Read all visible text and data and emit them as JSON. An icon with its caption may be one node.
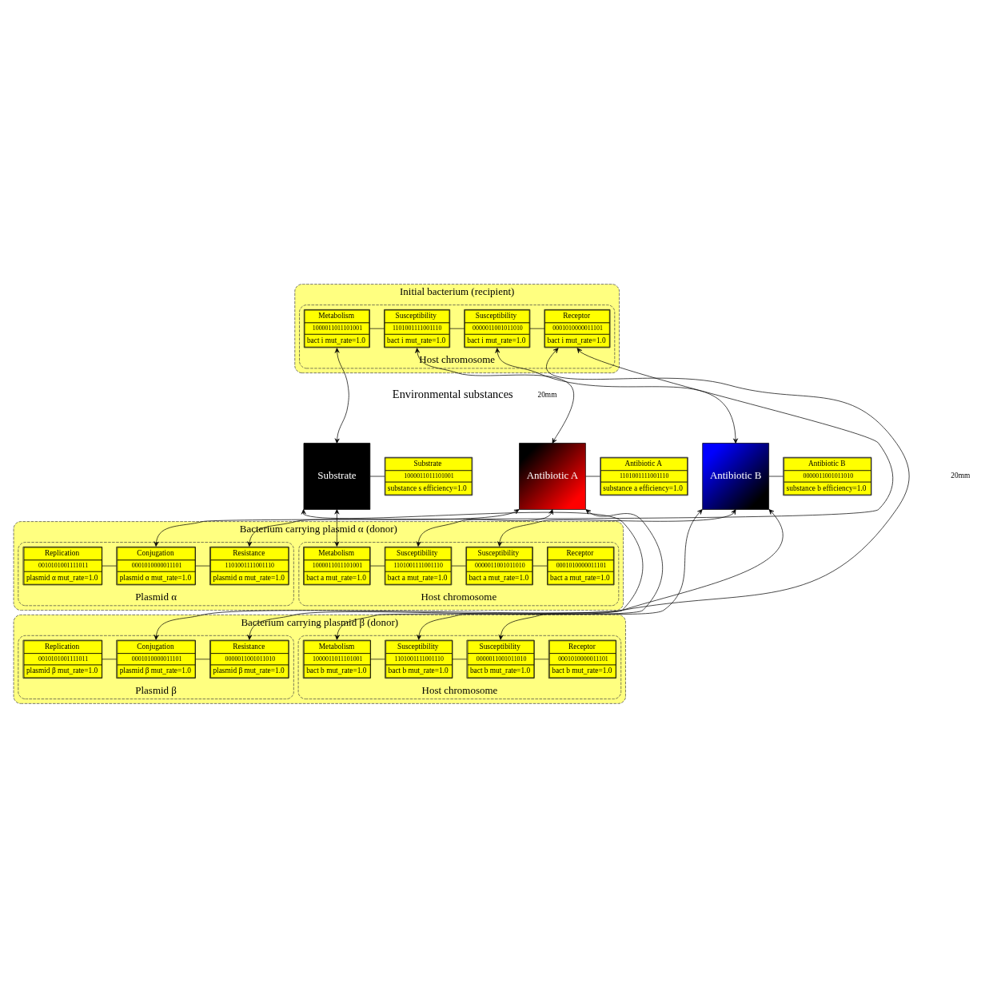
{
  "diagram": {
    "nodes": [
      {
        "text": [
          "Initial bacterium (recipient)"
        ]
      },
      {
        "text": [
          "Host chromosome"
        ],
        "in": 0
      },
      {
        "text": [
          "Metabolism",
          "1000011011101001",
          "bact i mut_rate=1.0"
        ],
        "in": 1
      },
      {
        "text": [
          "Susceptibility",
          "1101001111001110",
          "bact i mut_rate=1.0"
        ],
        "in": 1
      },
      {
        "text": [
          "Susceptibility",
          "0000011001011010",
          "bact i mut_rate=1.0"
        ],
        "in": 1
      },
      {
        "text": [
          "Receptor",
          "0001010000011101",
          "bact i mut_rate=1.0"
        ],
        "in": 1
      },
      {
        "text": [
          "Substrate"
        ]
      },
      {
        "text": [
          "Substrate",
          "1000011011101001",
          "substance s efficiency=1.0"
        ]
      },
      {
        "text": [
          "Antibiotic A"
        ]
      },
      {
        "text": [
          "Antibiotic A",
          "1101001111001110",
          "substance a efficiency=1.0"
        ]
      },
      {
        "text": [
          "Antibiotic B"
        ]
      },
      {
        "text": [
          "Antibiotic B",
          "0000011001011010",
          "substance b efficiency=1.0"
        ]
      },
      {
        "text": [
          "Bacterium carrying plasmid α (donor)"
        ]
      },
      {
        "text": [
          "Host chromosome"
        ],
        "in": 12
      },
      {
        "text": [
          "Metabolism",
          "1000011011101001",
          "bact a mut_rate=1.0"
        ],
        "in": 13
      },
      {
        "text": [
          "Susceptibility",
          "1101001111001110",
          "bact a mut_rate=1.0"
        ],
        "in": 13
      },
      {
        "text": [
          "Susceptibility",
          "0000011001011010",
          "bact a mut_rate=1.0"
        ],
        "in": 13
      },
      {
        "text": [
          "Receptor",
          "0001010000011101",
          "bact a mut_rate=1.0"
        ],
        "in": 13
      },
      {
        "text": [
          "Plasmid α"
        ],
        "in": 12
      },
      {
        "text": [
          "Replication",
          "0010101001111011",
          "plasmid α mut_rate=1.0"
        ],
        "in": 18
      },
      {
        "text": [
          "Conjugation",
          "0001010000011101",
          "plasmid α mut_rate=1.0"
        ],
        "in": 18
      },
      {
        "text": [
          "Resistance",
          "1101001111001110",
          "plasmid α mut_rate=1.0"
        ],
        "in": 18
      },
      {
        "text": [
          "Bacterium carrying plasmid β (donor)"
        ]
      },
      {
        "text": [
          "Host chromosome"
        ],
        "in": 22
      },
      {
        "text": [
          "Metabolism",
          "1000011011101001",
          "bact b mut_rate=1.0"
        ],
        "in": 23
      },
      {
        "text": [
          "Susceptibility",
          "1101001111001110",
          "bact b mut_rate=1.0"
        ],
        "in": 23
      },
      {
        "text": [
          "Susceptibility",
          "0000011001011010",
          "bact b mut_rate=1.0"
        ],
        "in": 23
      },
      {
        "text": [
          "Receptor",
          "0001010000011101",
          "bact b mut_rate=1.0"
        ],
        "in": 23
      },
      {
        "text": [
          "Plasmid β"
        ],
        "in": 22
      },
      {
        "text": [
          "Replication",
          "0010101001111011",
          "plasmid β mut_rate=1.0"
        ],
        "in": 28
      },
      {
        "text": [
          "Conjugation",
          "0001010000011101",
          "plasmid β mut_rate=1.0"
        ],
        "in": 28
      },
      {
        "text": [
          "Resistance",
          "0000011001011010",
          "plasmid β mut_rate=1.0"
        ],
        "in": 28
      }
    ],
    "edges": [
      {
        "from": 2,
        "to": 3,
        "arrow": "none"
      },
      {
        "from": 3,
        "to": 4,
        "arrow": "none"
      },
      {
        "from": 4,
        "to": 5,
        "arrow": "none"
      },
      {
        "from": 6,
        "to": 7,
        "arrow": "none"
      },
      {
        "from": 8,
        "to": 9,
        "arrow": "none"
      },
      {
        "from": 10,
        "to": 11,
        "arrow": "none"
      },
      {
        "from": 14,
        "to": 15,
        "arrow": "none"
      },
      {
        "from": 15,
        "to": 16,
        "arrow": "none"
      },
      {
        "from": 16,
        "to": 17,
        "arrow": "none"
      },
      {
        "from": 19,
        "to": 20,
        "arrow": "none"
      },
      {
        "from": 20,
        "to": 21,
        "arrow": "none"
      },
      {
        "from": 24,
        "to": 25,
        "arrow": "none"
      },
      {
        "from": 25,
        "to": 26,
        "arrow": "none"
      },
      {
        "from": 26,
        "to": 27,
        "arrow": "none"
      },
      {
        "from": 29,
        "to": 30,
        "arrow": "none"
      },
      {
        "from": 30,
        "to": 31,
        "arrow": "none"
      },
      {
        "from": 2,
        "to": 6,
        "arrow": "both"
      },
      {
        "from": 3,
        "to": 8,
        "arrow": "both"
      },
      {
        "from": 4,
        "to": 10,
        "arrow": "both"
      },
      {
        "from": 5,
        "to": 20,
        "arrow": "both"
      },
      {
        "from": 5,
        "to": 30,
        "arrow": "both"
      },
      {
        "from": 14,
        "to": 6,
        "arrow": "both"
      },
      {
        "from": 15,
        "to": 8,
        "arrow": "both"
      },
      {
        "from": 16,
        "to": 10,
        "arrow": "both"
      },
      {
        "from": 21,
        "to": 8,
        "arrow": "both"
      },
      {
        "from": 24,
        "to": 6,
        "arrow": "both"
      },
      {
        "from": 25,
        "to": 8,
        "arrow": "both"
      },
      {
        "from": 26,
        "to": 10,
        "arrow": "both"
      },
      {
        "from": 31,
        "to": 10,
        "arrow": "both"
      }
    ],
    "labels": [
      "Environmental substances",
      "20mm",
      "20mm"
    ]
  }
}
